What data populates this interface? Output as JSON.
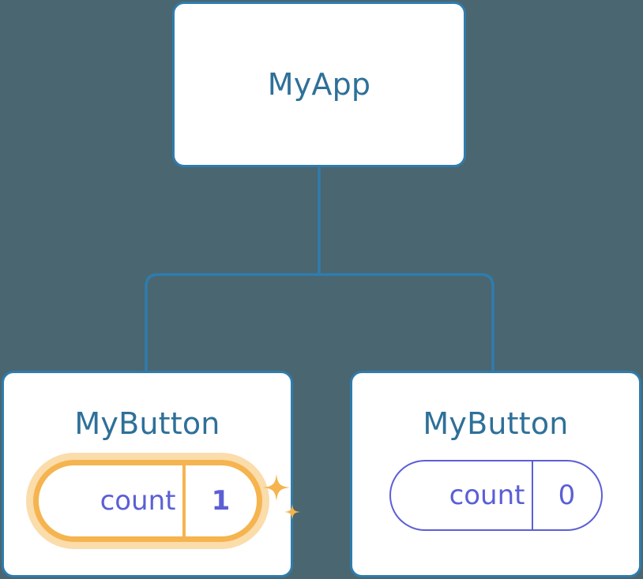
{
  "diagram": {
    "type": "component-tree",
    "background_color": "#4a6670",
    "connector_color": "#2f7cad",
    "card_border_color": "#2f7cad",
    "title_color": "#2e7099",
    "state_default_color": "#5b5fd6",
    "state_highlight_color": "#f5b44f",
    "state_highlight_glow_color": "#fbdcab"
  },
  "root": {
    "title": "MyApp"
  },
  "children": [
    {
      "title": "MyButton",
      "state": {
        "key": "count",
        "value": "1",
        "highlighted": true,
        "sparkle_large_icon": "sparkle-icon",
        "sparkle_small_icon": "sparkle-icon"
      }
    },
    {
      "title": "MyButton",
      "state": {
        "key": "count",
        "value": "0",
        "highlighted": false
      }
    }
  ]
}
